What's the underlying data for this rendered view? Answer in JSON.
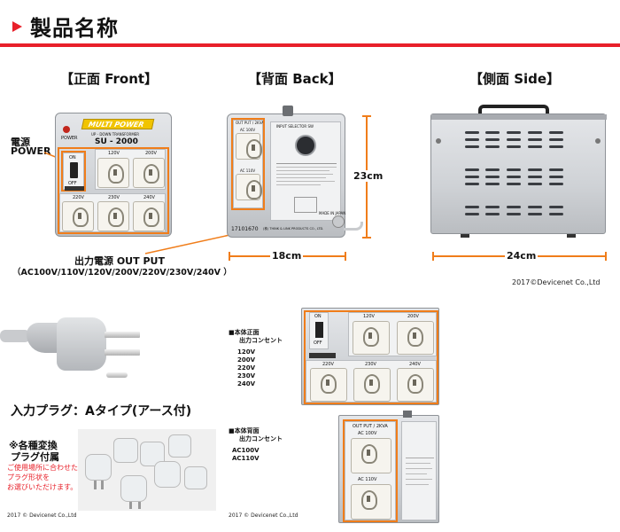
{
  "header": {
    "title": "製品名称"
  },
  "views": {
    "front": "【正面 Front】",
    "back": "【背面 Back】",
    "side": "【側面 Side】"
  },
  "front": {
    "power_jp": "電源",
    "power_en": "POWER",
    "brand": "MULTI POWER",
    "model": "SU - 2000",
    "device_power": "POWER",
    "subtitle": "UP - DOWN TRANSFORMER",
    "switch_on": "ON",
    "switch_off": "OFF",
    "output_label": "OUT PUT",
    "voltages_top": [
      "120V",
      "200V"
    ],
    "voltages_bottom": [
      "220V",
      "230V",
      "240V"
    ],
    "output_jp": "出力電源 OUT PUT",
    "output_list": "（AC100V/110V/120V/200V/220V/230V/240V ）"
  },
  "back": {
    "output_box": "OUT PUT / 2KVA",
    "ac100": "AC 100V",
    "ac110": "AC 110V",
    "selector": "INPUT SELECTOR SW",
    "serial": "17101670",
    "maker": "(株) THINK & LINK PRODUCTS CO., LTD.",
    "made": "MADE IN JAPAN",
    "height": "23cm",
    "width": "18cm"
  },
  "side": {
    "width": "24cm"
  },
  "copyright_main": "2017©Devicenet Co.,Ltd",
  "plug": {
    "caption": "入力プラグ：Aタイプ(アース付)"
  },
  "accessories": {
    "title1": "※各種変換",
    "title2": "プラグ付属",
    "note1": "ご使用場所に合わせた",
    "note2": "プラグ形状を",
    "note3": "お選びいただけます。"
  },
  "front_detail": {
    "title1": "■本体正面",
    "title2": "出力コンセント",
    "voltages": [
      "120V",
      "200V",
      "220V",
      "230V",
      "240V"
    ]
  },
  "back_detail": {
    "title1": "■本体背面",
    "title2": "出力コンセント",
    "voltages": [
      "AC100V",
      "AC110V"
    ]
  },
  "copyright_left": "2017 © Devicenet Co.,Ltd",
  "copyright_mid": "2017 © Devicenet Co.,Ltd"
}
